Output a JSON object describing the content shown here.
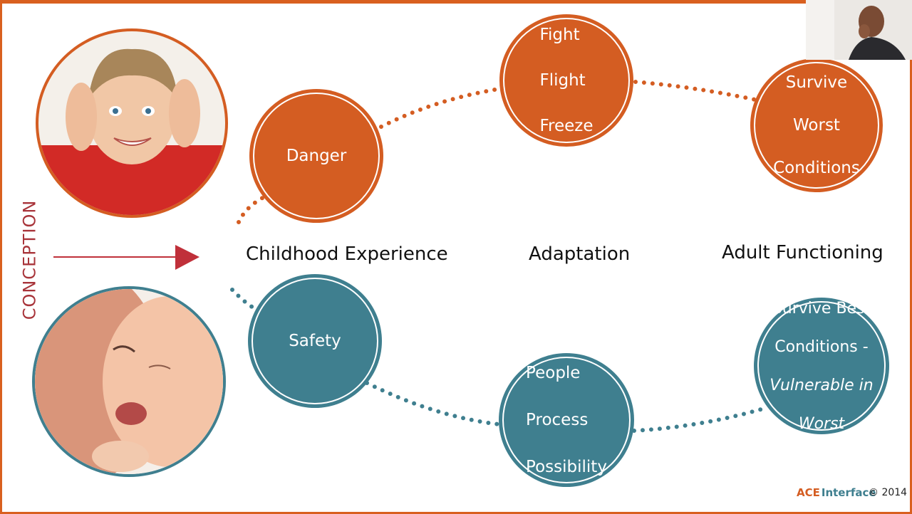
{
  "side_label": "CONCEPTION",
  "stages": {
    "childhood": "Childhood Experience",
    "adaptation": "Adaptation",
    "adult": "Adult Functioning"
  },
  "nodes": {
    "danger": "Danger",
    "fight": [
      "Fight",
      "Flight",
      "Freeze"
    ],
    "survive_worst": [
      "Survive",
      "Worst",
      "Conditions"
    ],
    "safety": "Safety",
    "people": [
      "People",
      "Process",
      "Possibility"
    ],
    "survive_best": {
      "line1": "Survive Best",
      "line2": "Conditions -",
      "line3_italic": "Vulnerable in",
      "line4_italic": "Worst"
    }
  },
  "colors": {
    "danger_path": "#d45d22",
    "safety_path": "#3f7f8f",
    "arrow": "#c0303a"
  },
  "footer": {
    "logo_ace": "ACE",
    "logo_interface": "Interface",
    "copyright": "© 2014"
  }
}
